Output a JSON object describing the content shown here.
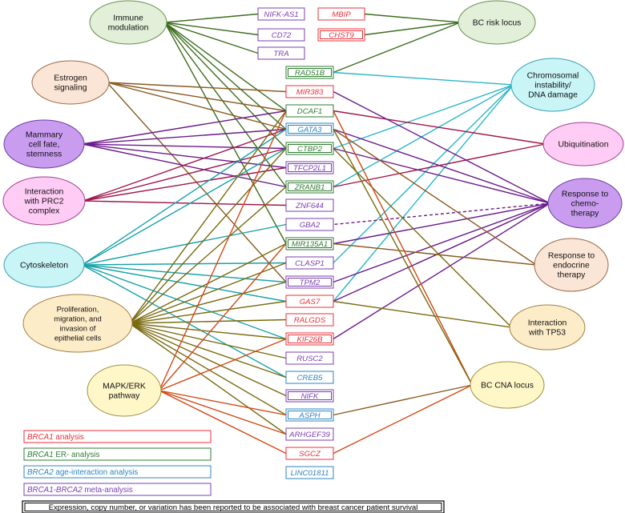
{
  "colors": {
    "red": "#e8303a",
    "green": "#2e7d32",
    "blue": "#2e86c1",
    "purple": "#7b3fb0",
    "edge_green": "#3c6e1e",
    "edge_brown": "#8a5a20",
    "edge_purple": "#6b1a8a",
    "edge_crimson": "#a0164a",
    "edge_teal": "#18a3a8",
    "edge_olive": "#7a6a10",
    "edge_orange": "#d04a18",
    "edge_lightteal": "#2bb6c8"
  },
  "categories": [
    {
      "id": "immune",
      "lines": [
        "Immune",
        "modulation"
      ],
      "fill": "#e2efd9",
      "stroke": "#6a8f4e"
    },
    {
      "id": "estrogen",
      "lines": [
        "Estrogen",
        "signaling"
      ],
      "fill": "#fbe5d6",
      "stroke": "#9a6b4a"
    },
    {
      "id": "mammary",
      "lines": [
        "Mammary",
        "cell fate,",
        "stemness"
      ],
      "fill": "#c99cf0",
      "stroke": "#6b3fa0"
    },
    {
      "id": "prc2",
      "lines": [
        "Interaction",
        "with PRC2",
        "complex"
      ],
      "fill": "#ffccf5",
      "stroke": "#a04090"
    },
    {
      "id": "cytoskeleton",
      "lines": [
        "Cytoskeleton"
      ],
      "fill": "#c9f5f7",
      "stroke": "#3aa0b0"
    },
    {
      "id": "prolif",
      "lines": [
        "Proliferation,",
        "migration, and",
        "invasion of",
        "epithelial cells"
      ],
      "fill": "#fdecc8",
      "stroke": "#a08040"
    },
    {
      "id": "mapk",
      "lines": [
        "MAPK/ERK",
        "pathway"
      ],
      "fill": "#fff7c8",
      "stroke": "#a09040"
    },
    {
      "id": "bcrisk",
      "lines": [
        "BC risk locus"
      ],
      "fill": "#e2efd9",
      "stroke": "#6a8f4e"
    },
    {
      "id": "cin",
      "lines": [
        "Chromosomal",
        "instability/",
        "DNA damage"
      ],
      "fill": "#c9f5f7",
      "stroke": "#3aa0b0"
    },
    {
      "id": "ubiq",
      "lines": [
        "Ubiquitination"
      ],
      "fill": "#ffccf5",
      "stroke": "#a04090"
    },
    {
      "id": "chemo",
      "lines": [
        "Response to",
        "chemo-",
        "therapy"
      ],
      "fill": "#c99cf0",
      "stroke": "#6b3fa0"
    },
    {
      "id": "endo",
      "lines": [
        "Response to",
        "endocrine",
        "therapy"
      ],
      "fill": "#fbe5d6",
      "stroke": "#9a6b4a"
    },
    {
      "id": "tp53",
      "lines": [
        "Interaction",
        "with TP53"
      ],
      "fill": "#fdecc8",
      "stroke": "#a08040"
    },
    {
      "id": "bccna",
      "lines": [
        "BC CNA locus"
      ],
      "fill": "#fff7c8",
      "stroke": "#a09040"
    }
  ],
  "genes": [
    {
      "id": "NIFK-AS1",
      "label": "NIFK-AS1",
      "color": "purple",
      "survival": false
    },
    {
      "id": "MBIP",
      "label": "MBIP",
      "color": "red",
      "survival": false
    },
    {
      "id": "CD72",
      "label": "CD72",
      "color": "purple",
      "survival": false
    },
    {
      "id": "CHST9",
      "label": "CHST9",
      "color": "red",
      "survival": true
    },
    {
      "id": "TRA",
      "label": "TRA",
      "color": "purple",
      "survival": false
    },
    {
      "id": "RAD51B",
      "label": "RAD51B",
      "color": "green",
      "survival": true
    },
    {
      "id": "MIR383",
      "label": "MIR383",
      "color": "red",
      "survival": false
    },
    {
      "id": "DCAF1",
      "label": "DCAF1",
      "color": "green",
      "survival": false
    },
    {
      "id": "GATA3",
      "label": "GATA3",
      "color": "blue",
      "survival": true
    },
    {
      "id": "CTBP2",
      "label": "CTBP2",
      "color": "green",
      "survival": true
    },
    {
      "id": "TFCP2L1",
      "label": "TFCP2L1",
      "color": "purple",
      "survival": true
    },
    {
      "id": "ZRANB1",
      "label": "ZRANB1",
      "color": "green",
      "survival": true
    },
    {
      "id": "ZNF644",
      "label": "ZNF644",
      "color": "purple",
      "survival": false
    },
    {
      "id": "GBA2",
      "label": "GBA2",
      "color": "purple",
      "survival": false
    },
    {
      "id": "MIR135A1",
      "label": "MIR135A1",
      "color": "green",
      "survival": true
    },
    {
      "id": "CLASP1",
      "label": "CLASP1",
      "color": "purple",
      "survival": false
    },
    {
      "id": "TPM2",
      "label": "TPM2",
      "color": "purple",
      "survival": true
    },
    {
      "id": "GAS7",
      "label": "GAS7",
      "color": "red",
      "survival": false
    },
    {
      "id": "RALGDS",
      "label": "RALGDS",
      "color": "red",
      "survival": false
    },
    {
      "id": "KIF26B",
      "label": "KIF26B",
      "color": "red",
      "survival": true
    },
    {
      "id": "RUSC2",
      "label": "RUSC2",
      "color": "purple",
      "survival": false
    },
    {
      "id": "CREB5",
      "label": "CREB5",
      "color": "blue",
      "survival": false
    },
    {
      "id": "NIFK",
      "label": "NIFK",
      "color": "purple",
      "survival": true
    },
    {
      "id": "ASPH",
      "label": "ASPH",
      "color": "blue",
      "survival": true
    },
    {
      "id": "ARHGEF39",
      "label": "ARHGEF39",
      "color": "purple",
      "survival": false
    },
    {
      "id": "SGCZ",
      "label": "SGCZ",
      "color": "red",
      "survival": false
    },
    {
      "id": "LINC01811",
      "label": "LINC01811",
      "color": "blue",
      "survival": false
    }
  ],
  "edges": [
    {
      "from": "immune",
      "to": "NIFK-AS1",
      "color": "edge_green"
    },
    {
      "from": "immune",
      "to": "CD72",
      "color": "edge_green"
    },
    {
      "from": "immune",
      "to": "TRA",
      "color": "edge_green"
    },
    {
      "from": "immune",
      "to": "DCAF1",
      "color": "edge_green"
    },
    {
      "from": "immune",
      "to": "CTBP2",
      "color": "edge_green"
    },
    {
      "from": "immune",
      "to": "ZRANB1",
      "color": "edge_green"
    },
    {
      "from": "immune",
      "to": "MIR135A1",
      "color": "edge_green"
    },
    {
      "from": "immune",
      "to": "GATA3",
      "color": "edge_green"
    },
    {
      "from": "estrogen",
      "to": "MIR383",
      "color": "edge_brown"
    },
    {
      "from": "estrogen",
      "to": "DCAF1",
      "color": "edge_brown"
    },
    {
      "from": "estrogen",
      "to": "GATA3",
      "color": "edge_brown"
    },
    {
      "from": "estrogen",
      "to": "TPM2",
      "color": "edge_brown"
    },
    {
      "from": "mammary",
      "to": "DCAF1",
      "color": "edge_purple"
    },
    {
      "from": "mammary",
      "to": "GATA3",
      "color": "edge_purple"
    },
    {
      "from": "mammary",
      "to": "CTBP2",
      "color": "edge_purple"
    },
    {
      "from": "mammary",
      "to": "TFCP2L1",
      "color": "edge_purple"
    },
    {
      "from": "mammary",
      "to": "ZRANB1",
      "color": "edge_purple"
    },
    {
      "from": "prc2",
      "to": "GATA3",
      "color": "edge_crimson"
    },
    {
      "from": "prc2",
      "to": "CTBP2",
      "color": "edge_crimson"
    },
    {
      "from": "prc2",
      "to": "TFCP2L1",
      "color": "edge_crimson"
    },
    {
      "from": "prc2",
      "to": "ZNF644",
      "color": "edge_crimson"
    },
    {
      "from": "cytoskeleton",
      "to": "GATA3",
      "color": "edge_teal"
    },
    {
      "from": "cytoskeleton",
      "to": "CTBP2",
      "color": "edge_teal"
    },
    {
      "from": "cytoskeleton",
      "to": "GBA2",
      "color": "edge_teal"
    },
    {
      "from": "cytoskeleton",
      "to": "CLASP1",
      "color": "edge_teal"
    },
    {
      "from": "cytoskeleton",
      "to": "TPM2",
      "color": "edge_teal"
    },
    {
      "from": "cytoskeleton",
      "to": "GAS7",
      "color": "edge_teal"
    },
    {
      "from": "cytoskeleton",
      "to": "KIF26B",
      "color": "edge_teal"
    },
    {
      "from": "cytoskeleton",
      "to": "CREB5",
      "color": "edge_teal"
    },
    {
      "from": "prolif",
      "to": "DCAF1",
      "color": "edge_olive"
    },
    {
      "from": "prolif",
      "to": "CTBP2",
      "color": "edge_olive"
    },
    {
      "from": "prolif",
      "to": "ZRANB1",
      "color": "edge_olive"
    },
    {
      "from": "prolif",
      "to": "MIR135A1",
      "color": "edge_olive"
    },
    {
      "from": "prolif",
      "to": "CLASP1",
      "color": "edge_olive"
    },
    {
      "from": "prolif",
      "to": "TPM2",
      "color": "edge_olive"
    },
    {
      "from": "prolif",
      "to": "GAS7",
      "color": "edge_olive"
    },
    {
      "from": "prolif",
      "to": "RALGDS",
      "color": "edge_olive"
    },
    {
      "from": "prolif",
      "to": "KIF26B",
      "color": "edge_olive"
    },
    {
      "from": "prolif",
      "to": "RUSC2",
      "color": "edge_olive"
    },
    {
      "from": "prolif",
      "to": "CREB5",
      "color": "edge_olive"
    },
    {
      "from": "prolif",
      "to": "NIFK",
      "color": "edge_olive"
    },
    {
      "from": "prolif",
      "to": "ASPH",
      "color": "edge_olive"
    },
    {
      "from": "prolif",
      "to": "ARHGEF39",
      "color": "edge_olive"
    },
    {
      "from": "mapk",
      "to": "DCAF1",
      "color": "edge_orange"
    },
    {
      "from": "mapk",
      "to": "MIR135A1",
      "color": "edge_orange"
    },
    {
      "from": "mapk",
      "to": "KIF26B",
      "color": "edge_orange"
    },
    {
      "from": "mapk",
      "to": "ASPH",
      "color": "edge_orange"
    },
    {
      "from": "mapk",
      "to": "ARHGEF39",
      "color": "edge_orange"
    },
    {
      "from": "mapk",
      "to": "SGCZ",
      "color": "edge_orange"
    },
    {
      "from": "bcrisk",
      "to": "MBIP",
      "color": "edge_green"
    },
    {
      "from": "bcrisk",
      "to": "CHST9",
      "color": "edge_green"
    },
    {
      "from": "bcrisk",
      "to": "RAD51B",
      "color": "edge_green"
    },
    {
      "from": "cin",
      "to": "RAD51B",
      "color": "edge_lightteal"
    },
    {
      "from": "cin",
      "to": "CTBP2",
      "color": "edge_lightteal"
    },
    {
      "from": "cin",
      "to": "ZRANB1",
      "color": "edge_lightteal"
    },
    {
      "from": "cin",
      "to": "CLASP1",
      "color": "edge_lightteal"
    },
    {
      "from": "cin",
      "to": "GAS7",
      "color": "edge_lightteal"
    },
    {
      "from": "ubiq",
      "to": "DCAF1",
      "color": "edge_crimson"
    },
    {
      "from": "ubiq",
      "to": "ZRANB1",
      "color": "edge_crimson"
    },
    {
      "from": "chemo",
      "to": "MIR383",
      "color": "edge_purple"
    },
    {
      "from": "chemo",
      "to": "GATA3",
      "color": "edge_purple"
    },
    {
      "from": "chemo",
      "to": "CTBP2",
      "color": "edge_purple"
    },
    {
      "from": "chemo",
      "to": "GBA2",
      "color": "edge_purple",
      "dashed": true
    },
    {
      "from": "chemo",
      "to": "MIR135A1",
      "color": "edge_purple"
    },
    {
      "from": "chemo",
      "to": "TPM2",
      "color": "edge_purple"
    },
    {
      "from": "chemo",
      "to": "GAS7",
      "color": "edge_purple"
    },
    {
      "from": "chemo",
      "to": "KIF26B",
      "color": "edge_purple"
    },
    {
      "from": "endo",
      "to": "GATA3",
      "color": "edge_brown"
    },
    {
      "from": "endo",
      "to": "MIR135A1",
      "color": "edge_brown"
    },
    {
      "from": "tp53",
      "to": "CTBP2",
      "color": "edge_olive"
    },
    {
      "from": "tp53",
      "to": "GAS7",
      "color": "edge_olive"
    },
    {
      "from": "bccna",
      "to": "DCAF1",
      "color": "edge_orange"
    },
    {
      "from": "bccna",
      "to": "GATA3",
      "color": "edge_olive"
    },
    {
      "from": "bccna",
      "to": "ASPH",
      "color": "edge_brown"
    },
    {
      "from": "bccna",
      "to": "SGCZ",
      "color": "edge_orange"
    }
  ],
  "legend": [
    {
      "gene": "BRCA1",
      "rest": " analysis",
      "color": "red"
    },
    {
      "gene": "BRCA1",
      "rest": " ER- analysis",
      "color": "green"
    },
    {
      "gene": "BRCA2",
      "rest": " age-interaction analysis",
      "color": "blue"
    },
    {
      "gene": "BRCA1-BRCA2",
      "rest": " meta-analysis",
      "color": "purple"
    }
  ],
  "survival_note": "Expression, copy number, or variation has been reported to be associated with breast cancer patient survival"
}
